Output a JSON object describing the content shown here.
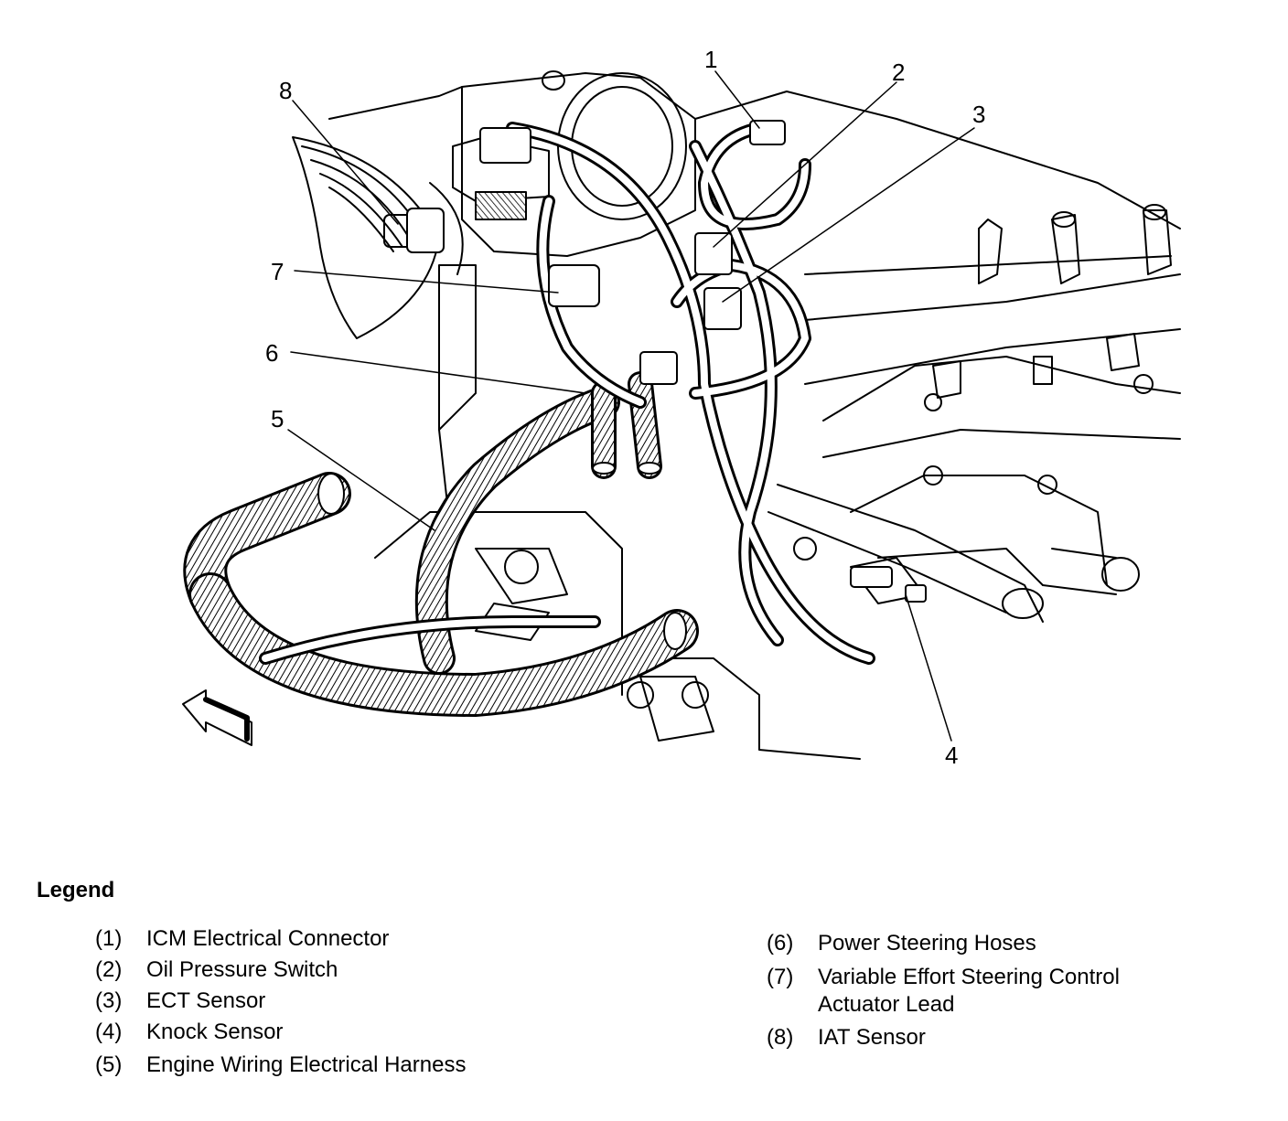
{
  "callouts": [
    "1",
    "2",
    "3",
    "4",
    "5",
    "6",
    "7",
    "8"
  ],
  "legend": {
    "title": "Legend",
    "items": [
      {
        "num": "(1)",
        "text": "ICM Electrical Connector"
      },
      {
        "num": "(2)",
        "text": "Oil Pressure Switch"
      },
      {
        "num": "(3)",
        "text": "ECT Sensor"
      },
      {
        "num": "(4)",
        "text": "Knock Sensor"
      },
      {
        "num": "(5)",
        "text": "Engine Wiring Electrical Harness"
      },
      {
        "num": "(6)",
        "text": "Power Steering Hoses"
      },
      {
        "num": "(7)",
        "text": "Variable Effort Steering Control",
        "text2": "Actuator Lead"
      },
      {
        "num": "(8)",
        "text": "IAT Sensor"
      }
    ]
  }
}
